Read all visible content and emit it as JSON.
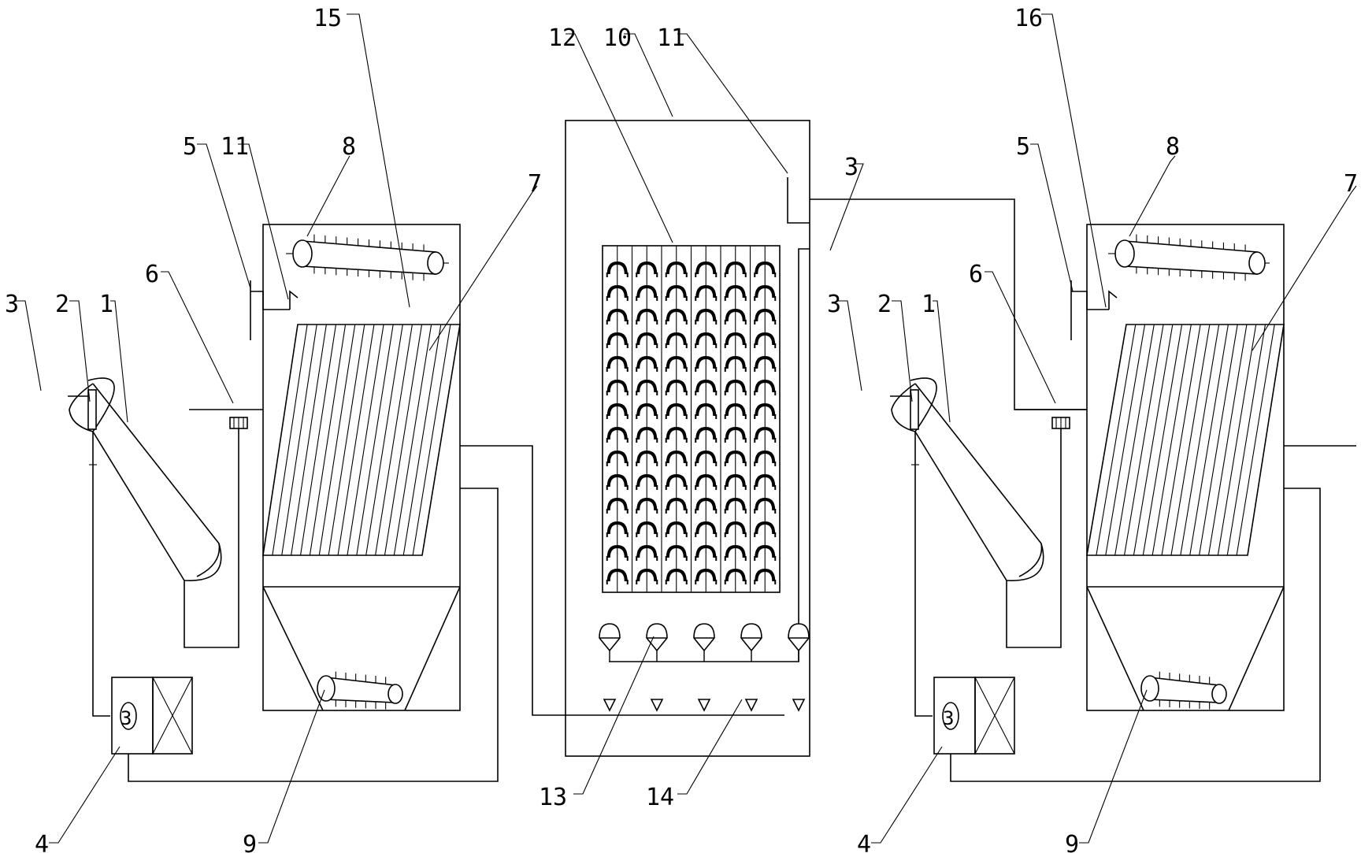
{
  "labels": {
    "left_15": "15",
    "left_5": "5",
    "left_11": "11",
    "left_8": "8",
    "left_7": "7",
    "left_6": "6",
    "left_3": "3",
    "left_2": "2",
    "left_1": "1",
    "left_4": "4",
    "left_9": "9",
    "left_pump": "3",
    "mid_12": "12",
    "mid_10": "10",
    "mid_11": "11",
    "mid_3": "3",
    "mid_13": "13",
    "mid_14": "14",
    "right_16": "16",
    "right_5": "5",
    "right_8": "8",
    "right_7": "7",
    "right_6": "6",
    "right_3": "3",
    "right_2": "2",
    "right_1": "1",
    "right_4": "4",
    "right_9": "9",
    "right_pump": "3"
  },
  "bio_panel": {
    "columns": 6,
    "rows": 14
  },
  "diffusers_13": 5,
  "nozzles_14": 5,
  "icons": [
    "pump-icon",
    "valve-icon",
    "diffuser-icon",
    "nozzle-icon",
    "check-valve-icon"
  ]
}
